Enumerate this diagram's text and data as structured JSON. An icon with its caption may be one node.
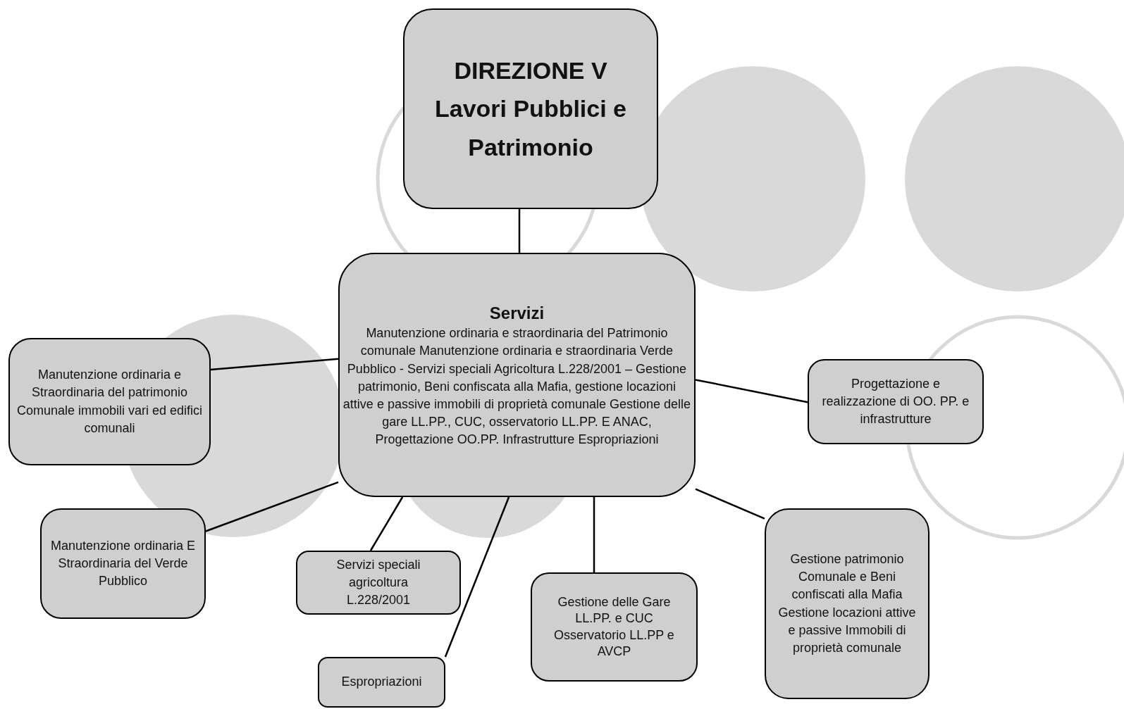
{
  "diagram": {
    "nodes": [
      {
        "text": [
          "DIREZIONE V Lavori Pubblici e Patrimonio"
        ]
      },
      {
        "text": [
          "Servizi",
          "Manutenzione ordinaria e straordinaria del Patrimonio comunale Manutenzione ordinaria e straordinaria Verde Pubblico - Servizi speciali Agricoltura L.228/2001 – Gestione patrimonio, Beni confiscata alla Mafia, gestione locazioni attive e passive immobili di proprietà comunale Gestione delle gare LL.PP., CUC, osservatorio LL.PP. E ANAC, Progettazione OO.PP. Infrastrutture Espropriazioni"
        ]
      },
      {
        "text": [
          "Manutenzione ordinaria e Straordinaria del patrimonio Comunale immobili vari ed edifici comunali"
        ]
      },
      {
        "text": [
          "Manutenzione ordinaria E Straordinaria del Verde Pubblico"
        ]
      },
      {
        "text": [
          "Servizi speciali agricoltura L.228/2001"
        ]
      },
      {
        "text": [
          "Espropriazioni"
        ]
      },
      {
        "text": [
          "Gestione delle Gare LL.PP. e CUC Osservatorio LL.PP e AVCP"
        ]
      },
      {
        "text": [
          "Gestione patrimonio Comunale e Beni confiscati alla Mafia Gestione locazioni attive e passive Immobili di proprietà comunale"
        ]
      },
      {
        "text": [
          "Progettazione e realizzazione di OO. PP. e infrastrutture"
        ]
      }
    ],
    "edges": [
      {
        "from": 0,
        "to": 1,
        "arrow": "none"
      },
      {
        "from": 1,
        "to": 2,
        "arrow": "none"
      },
      {
        "from": 1,
        "to": 3,
        "arrow": "none"
      },
      {
        "from": 1,
        "to": 4,
        "arrow": "none"
      },
      {
        "from": 1,
        "to": 5,
        "arrow": "none"
      },
      {
        "from": 1,
        "to": 6,
        "arrow": "none"
      },
      {
        "from": 1,
        "to": 7,
        "arrow": "none"
      },
      {
        "from": 1,
        "to": 8,
        "arrow": "none"
      }
    ]
  }
}
